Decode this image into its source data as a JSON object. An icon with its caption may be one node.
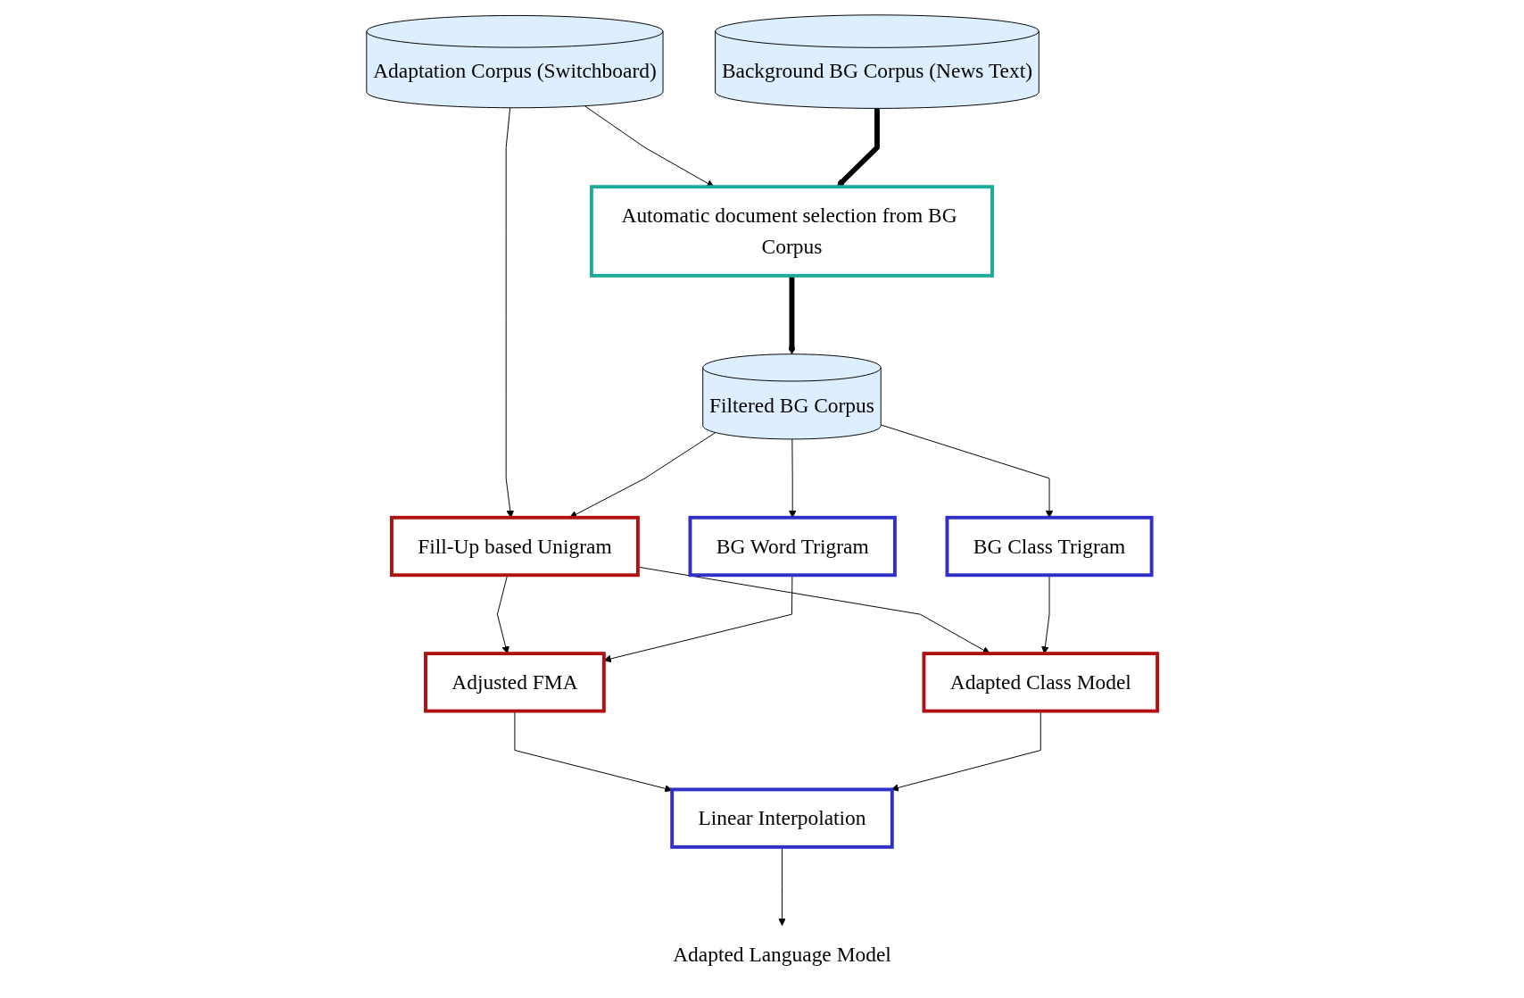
{
  "diagram": {
    "nodes": [
      {
        "text": [
          "Adaptation Corpus (Switchboard)"
        ]
      },
      {
        "text": [
          "Background BG Corpus (News Text)"
        ]
      },
      {
        "text": [
          "Automatic document selection from BG Corpus"
        ]
      },
      {
        "text": [
          "Filtered BG Corpus"
        ]
      },
      {
        "text": [
          "Fill-Up based Unigram"
        ]
      },
      {
        "text": [
          "BG Word Trigram"
        ]
      },
      {
        "text": [
          "BG Class Trigram"
        ]
      },
      {
        "text": [
          "Adjusted FMA"
        ]
      },
      {
        "text": [
          "Adapted Class Model"
        ]
      },
      {
        "text": [
          "Linear Interpolation"
        ]
      },
      {
        "text": [
          "Adapted Language Model"
        ]
      }
    ],
    "edges": [
      {
        "from": 0,
        "to": 2,
        "arrow": "to"
      },
      {
        "from": 1,
        "to": 2,
        "arrow": "to",
        "style": "thick"
      },
      {
        "from": 2,
        "to": 3,
        "arrow": "to",
        "style": "thick"
      },
      {
        "from": 0,
        "to": 4,
        "arrow": "to"
      },
      {
        "from": 3,
        "to": 4,
        "arrow": "to"
      },
      {
        "from": 3,
        "to": 5,
        "arrow": "to"
      },
      {
        "from": 3,
        "to": 6,
        "arrow": "to"
      },
      {
        "from": 4,
        "to": 7,
        "arrow": "to"
      },
      {
        "from": 4,
        "to": 8,
        "arrow": "to"
      },
      {
        "from": 5,
        "to": 7,
        "arrow": "to"
      },
      {
        "from": 6,
        "to": 8,
        "arrow": "to"
      },
      {
        "from": 7,
        "to": 9,
        "arrow": "to"
      },
      {
        "from": 8,
        "to": 9,
        "arrow": "to"
      },
      {
        "from": 9,
        "to": 10,
        "arrow": "to"
      }
    ]
  }
}
